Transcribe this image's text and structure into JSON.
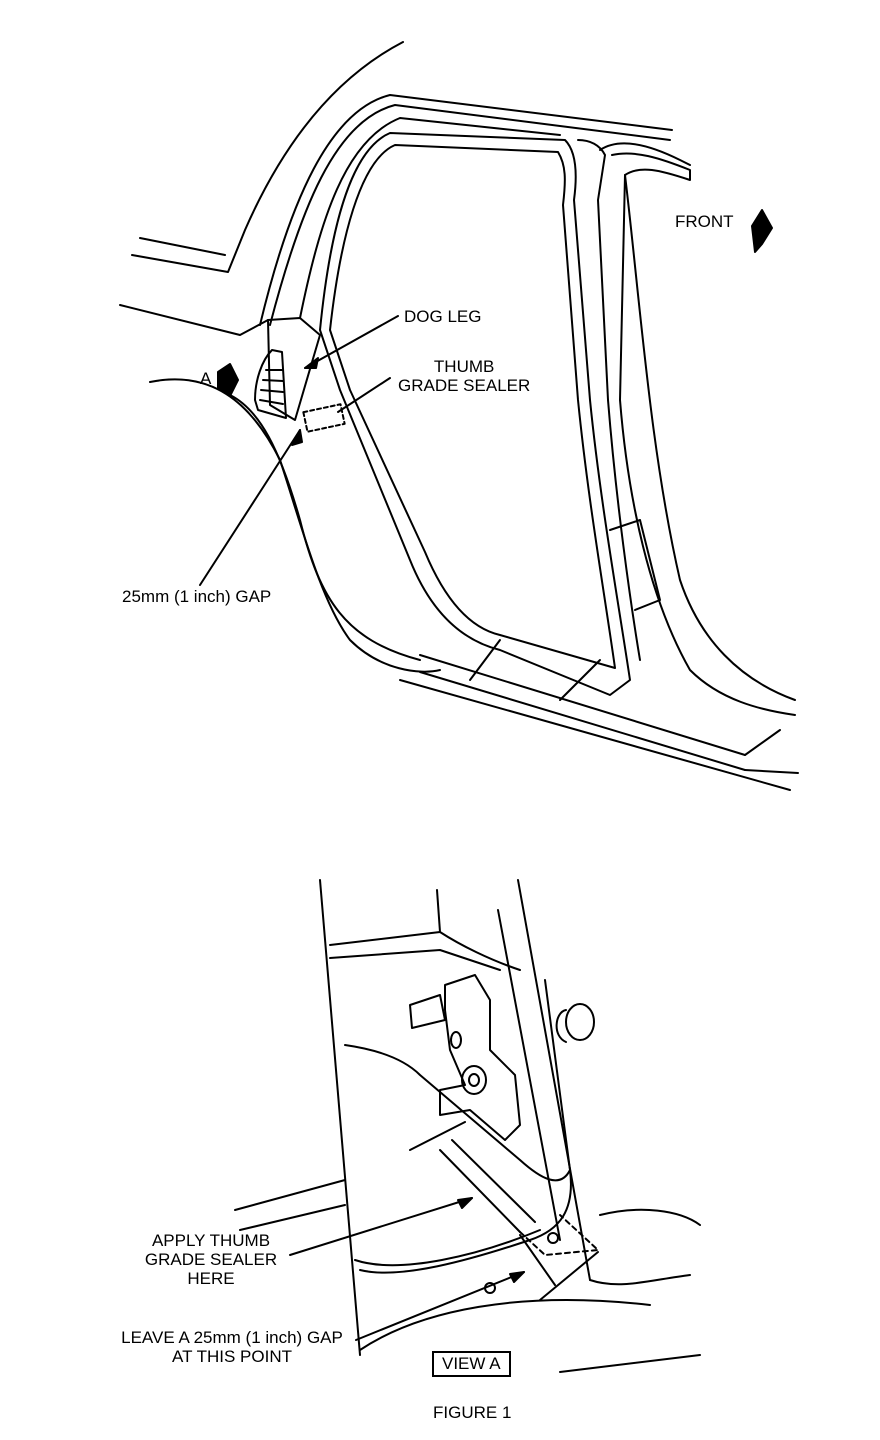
{
  "labels": {
    "front": "FRONT",
    "a_marker": "A",
    "dog_leg": "DOG LEG",
    "thumb_grade_sealer_line1": "THUMB",
    "thumb_grade_sealer_line2": "GRADE SEALER",
    "gap_25mm": "25mm (1 inch) GAP",
    "apply_line1": "APPLY THUMB",
    "apply_line2": "GRADE SEALER",
    "apply_line3": "HERE",
    "leave_line1": "LEAVE A 25mm (1 inch) GAP",
    "leave_line2": "AT THIS POINT",
    "view_a": "VIEW A",
    "figure": "FIGURE 1"
  }
}
